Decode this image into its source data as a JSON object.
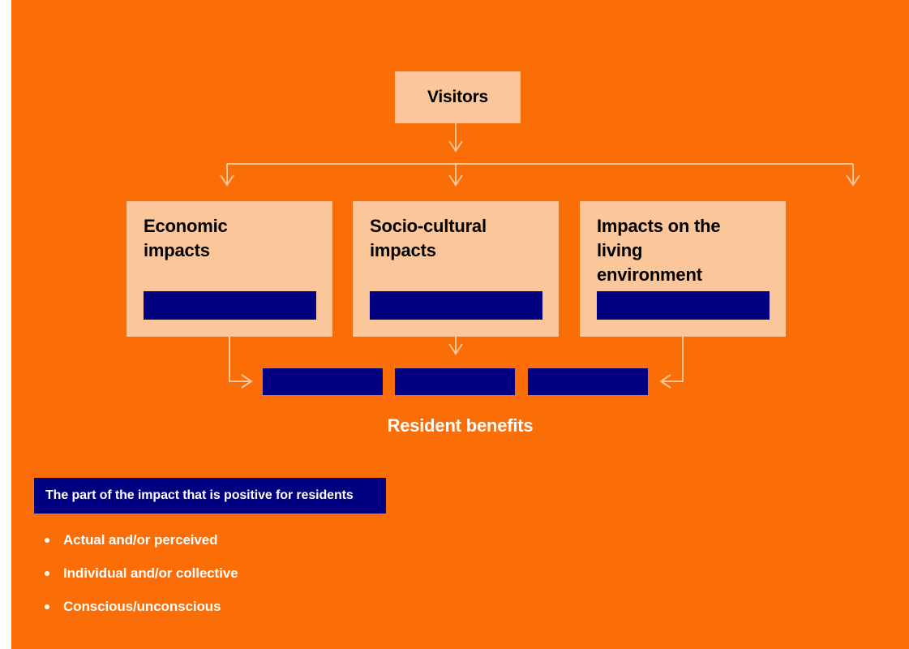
{
  "colors": {
    "background": "#fb6e07",
    "box_fill": "#fbc79a",
    "bar_fill": "#000080",
    "text_on_orange": "#ffffff",
    "text_on_box": "#000000",
    "connector": "#fbc79a"
  },
  "diagram": {
    "type": "flow",
    "root": {
      "label": "Visitors"
    },
    "branches": [
      {
        "label": "Economic\nimpacts",
        "bar_label": ""
      },
      {
        "label": "Socio-cultural\nimpacts",
        "bar_label": ""
      },
      {
        "label": "Impacts on the\nliving\nenvironment",
        "bar_label": ""
      }
    ],
    "outcome_bars": [
      {
        "label": ""
      },
      {
        "label": ""
      },
      {
        "label": ""
      }
    ],
    "outcome_caption": "Resident benefits"
  },
  "legend": {
    "banner": "The part of the impact that is positive for residents",
    "bullets": [
      "Actual and/or perceived",
      "Individual and/or collective",
      "Conscious/unconscious"
    ]
  }
}
